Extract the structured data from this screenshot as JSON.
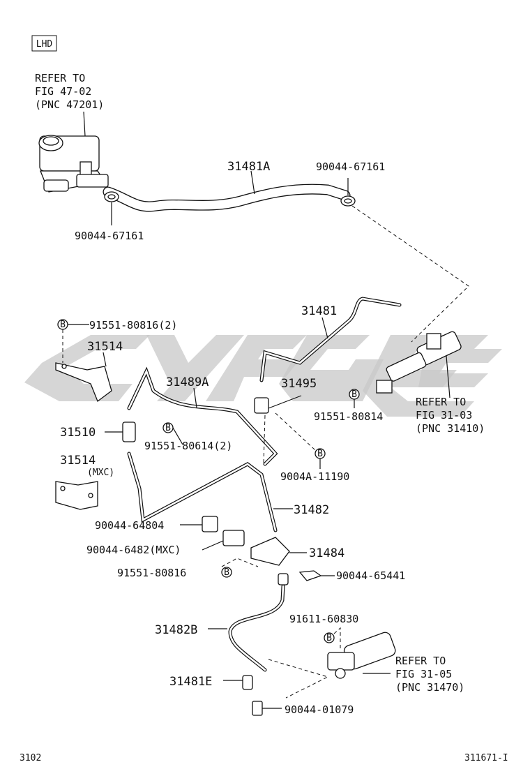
{
  "badge": "LHD",
  "refs": {
    "reservoir": [
      "REFER TO",
      "FIG 47-02",
      "(PNC 47201)"
    ],
    "master_cyl": [
      "REFER TO",
      "FIG 31-03",
      "(PNC 31410)"
    ],
    "release_cyl": [
      "REFER TO",
      "FIG 31-05",
      "(PNC 31470)"
    ]
  },
  "labels": {
    "p31481A": "31481A",
    "p90044_67161_top": "90044-67161",
    "p90044_67161_left": "90044-67161",
    "p31481": "31481",
    "p91551_80816_2": "91551-80816(2)",
    "p31514_top": "31514",
    "p31489A": "31489A",
    "p31495": "31495",
    "p91551_80814": "91551-80814",
    "p31510": "31510",
    "p91551_80614_2": "91551-80614(2)",
    "p31514_mxc": "31514",
    "mxc": "(MXC)",
    "p9004A_11190": "9004A-11190",
    "p31482": "31482",
    "p90044_64804": "90044-64804",
    "p90044_6482_mxc": "90044-6482(MXC)",
    "p31484": "31484",
    "p91551_80816": "91551-80816",
    "p90044_65441": "90044-65441",
    "p91611_60830": "91611-60830",
    "p31482B": "31482B",
    "p31481E": "31481E",
    "p90044_01079": "90044-01079"
  },
  "bolt_marker": "B",
  "footer": {
    "left": "3102",
    "right": "311671-I"
  }
}
